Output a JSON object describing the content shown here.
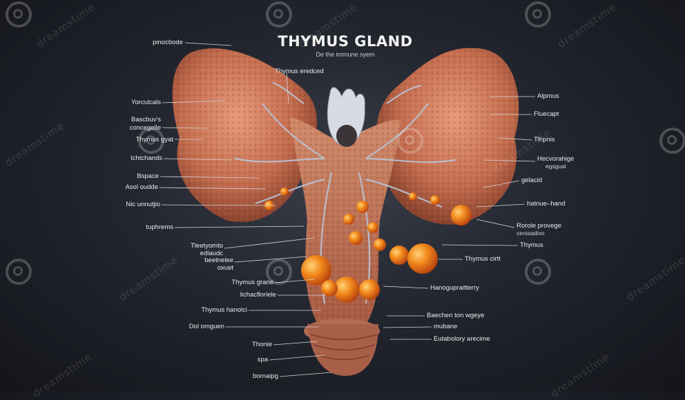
{
  "title": "THYMUS GLAND",
  "subtitle": "De the immune syem",
  "watermark": "dreamstime",
  "labels_left": [
    "pinocbode",
    "Yorculcals",
    "Bascbuv's",
    "concegelle",
    "Thymus gyat",
    "Ichtchands",
    "Bspace",
    "Asol oudde",
    "Nic unnutjio",
    "tuphrems",
    "Tleetyomto",
    "ediaudc",
    "beetnelee",
    "oxuet",
    "Thymus grane",
    "lichacfloriele",
    "Thymus hanolci",
    "Dol omguen",
    "Thonie",
    "spa",
    "bornaipg"
  ],
  "labels_top": [
    "Thymus eredced"
  ],
  "labels_right": [
    "Alpmus",
    "Fluecapt",
    "Tlhpnis",
    "Hecvorahige",
    "egsgual",
    "gelacid",
    "hatnue–hand",
    "Rorole provege",
    "cerssadivo",
    "Thymus",
    "Thymus cirtt",
    "Hanogupraitterry",
    "Baechen ton wgeye",
    "mubane",
    "Eutabolory arecime"
  ],
  "colors": {
    "background": "#1a1c23",
    "tissue": "#c9775a",
    "tissue_dark": "#8f4330",
    "vessel": "#b9c4d6",
    "node": "#f08a1e",
    "text": "#ececec"
  }
}
